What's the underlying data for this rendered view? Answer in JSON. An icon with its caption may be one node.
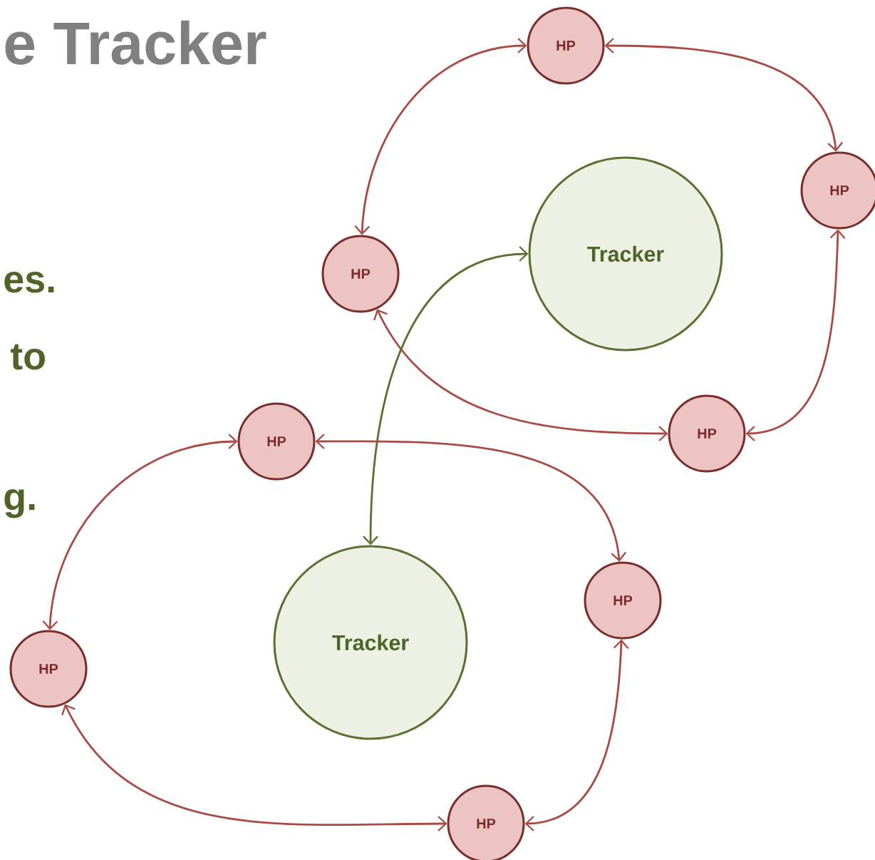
{
  "diagram": {
    "title": "e Tracker",
    "nodes": [
      {
        "text": [
          "HP"
        ]
      },
      {
        "text": [
          "HP"
        ]
      },
      {
        "text": [
          "Tracker"
        ]
      },
      {
        "text": [
          "HP"
        ]
      },
      {
        "text": [
          "HP"
        ]
      },
      {
        "text": [
          "HP"
        ]
      },
      {
        "text": [
          "HP"
        ]
      },
      {
        "text": [
          "Tracker"
        ]
      },
      {
        "text": [
          "HP"
        ]
      },
      {
        "text": [
          "HP"
        ]
      }
    ],
    "edges": [
      {
        "from": 0,
        "to": 1,
        "arrow": "both"
      },
      {
        "from": 0,
        "to": 3,
        "arrow": "both"
      },
      {
        "from": 1,
        "to": 4,
        "arrow": "both"
      },
      {
        "from": 3,
        "to": 4,
        "arrow": "both"
      },
      {
        "from": 2,
        "to": 7,
        "arrow": "both",
        "color": "#5a7132"
      },
      {
        "from": 5,
        "to": 6,
        "arrow": "both"
      },
      {
        "from": 5,
        "to": 8,
        "arrow": "both"
      },
      {
        "from": 6,
        "to": 9,
        "arrow": "both"
      },
      {
        "from": 8,
        "to": 9,
        "arrow": "both"
      }
    ],
    "labels": [
      "es.",
      "to",
      "g."
    ]
  }
}
